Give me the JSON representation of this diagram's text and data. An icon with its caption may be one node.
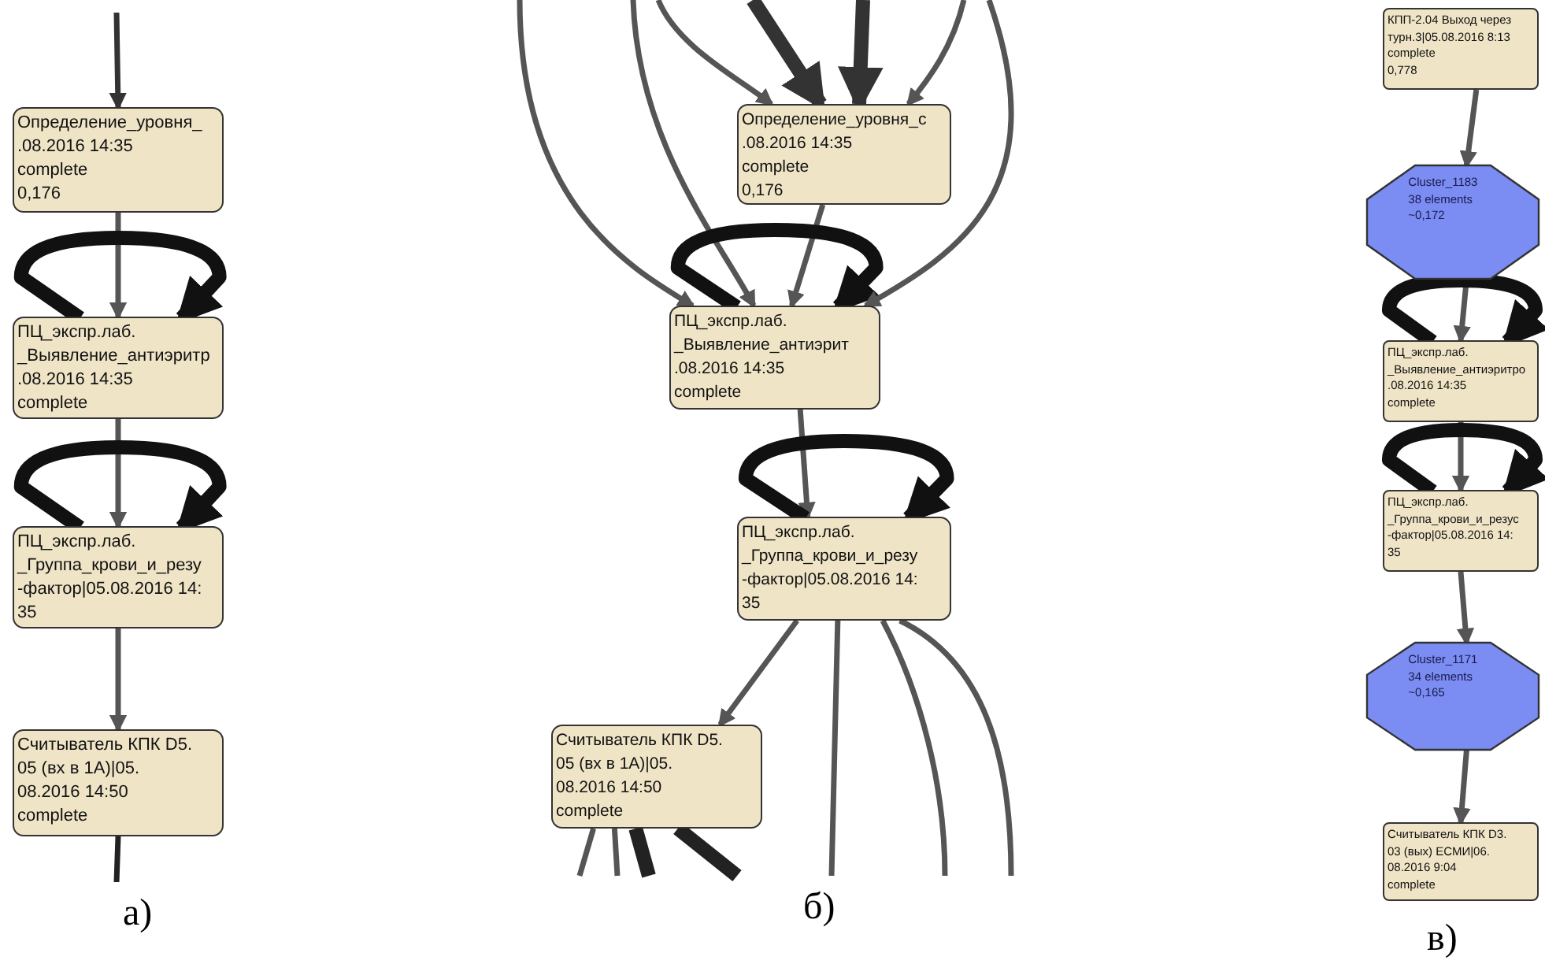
{
  "diagram": {
    "nodes": [
      {
        "text": [
          "Определение_уровня_",
          ".08.2016 14:35",
          "complete",
          "0,176"
        ]
      },
      {
        "text": [
          "ПЦ_экспр.лаб.",
          "_Выявление_антиэритр",
          ".08.2016 14:35",
          "complete"
        ]
      },
      {
        "text": [
          "ПЦ_экспр.лаб.",
          "_Группа_крови_и_резу",
          "-фактор|05.08.2016 14:",
          "35"
        ]
      },
      {
        "text": [
          "Считыватель КПК D5.",
          "05 (вх в 1А)|05.",
          "08.2016 14:50",
          "complete"
        ]
      },
      {
        "text": [
          "Определение_уровня_с",
          ".08.2016 14:35",
          "complete",
          "0,176"
        ]
      },
      {
        "text": [
          "ПЦ_экспр.лаб.",
          "_Выявление_антиэрит",
          ".08.2016 14:35",
          "complete"
        ]
      },
      {
        "text": [
          "ПЦ_экспр.лаб.",
          "_Группа_крови_и_резу",
          "-фактор|05.08.2016 14:",
          "35"
        ]
      },
      {
        "text": [
          "Считыватель КПК D5.",
          "05 (вх в 1А)|05.",
          "08.2016 14:50",
          "complete"
        ]
      },
      {
        "text": [
          "КПП-2.04 Выход через",
          "турн.3|05.08.2016 8:13",
          "complete",
          "0,778"
        ]
      },
      {
        "text": [
          "Cluster_1183",
          "38 elements",
          "~0,172"
        ]
      },
      {
        "text": [
          "ПЦ_экспр.лаб.",
          "_Выявление_антиэритро",
          ".08.2016 14:35",
          "complete"
        ]
      },
      {
        "text": [
          "ПЦ_экспр.лаб.",
          "_Группа_крови_и_резус",
          "-фактор|05.08.2016 14:",
          "35"
        ]
      },
      {
        "text": [
          "Cluster_1171",
          "34 elements",
          "~0,165"
        ]
      },
      {
        "text": [
          "Считыватель КПК D3.",
          "03 (вых) ЕСМИ|06.",
          "08.2016 9:04",
          "complete"
        ]
      }
    ],
    "edges": [
      {
        "from": null,
        "to": 0,
        "arrow": "to",
        "color": "#333333"
      },
      {
        "from": 0,
        "to": 1,
        "arrow": "to"
      },
      {
        "from": 1,
        "to": 1,
        "arrow": "to",
        "style": "thick",
        "color": "#111111"
      },
      {
        "from": 1,
        "to": 2,
        "arrow": "to"
      },
      {
        "from": 2,
        "to": 2,
        "arrow": "to",
        "style": "thick",
        "color": "#111111"
      },
      {
        "from": 2,
        "to": 3,
        "arrow": "to"
      },
      {
        "from": 3,
        "to": null,
        "arrow": "none",
        "color": "#222222"
      },
      {
        "from": null,
        "to": 5,
        "arrow": "to"
      },
      {
        "from": null,
        "to": 5,
        "arrow": "to"
      },
      {
        "from": null,
        "to": 4,
        "arrow": "to"
      },
      {
        "from": null,
        "to": 4,
        "arrow": "to",
        "style": "thick",
        "color": "#333333"
      },
      {
        "from": null,
        "to": 4,
        "arrow": "to",
        "style": "thick",
        "color": "#333333"
      },
      {
        "from": null,
        "to": 4,
        "arrow": "to"
      },
      {
        "from": 4,
        "to": 5,
        "arrow": "to"
      },
      {
        "from": 5,
        "to": 5,
        "arrow": "to",
        "style": "thick",
        "color": "#111111"
      },
      {
        "from": null,
        "to": 5,
        "arrow": "to"
      },
      {
        "from": 5,
        "to": 6,
        "arrow": "to"
      },
      {
        "from": 6,
        "to": 6,
        "arrow": "to",
        "style": "thick",
        "color": "#111111"
      },
      {
        "from": 6,
        "to": 7,
        "arrow": "to"
      },
      {
        "from": 6,
        "to": null,
        "arrow": "none"
      },
      {
        "from": 6,
        "to": null,
        "arrow": "none"
      },
      {
        "from": 6,
        "to": null,
        "arrow": "none"
      },
      {
        "from": 7,
        "to": null,
        "arrow": "none"
      },
      {
        "from": 7,
        "to": null,
        "arrow": "none"
      },
      {
        "from": 7,
        "to": null,
        "arrow": "none",
        "style": "thick",
        "color": "#222222"
      },
      {
        "from": 7,
        "to": null,
        "arrow": "none",
        "style": "thick",
        "color": "#222222"
      },
      {
        "from": 8,
        "to": 9,
        "arrow": "to"
      },
      {
        "from": 9,
        "to": 10,
        "arrow": "to"
      },
      {
        "from": 10,
        "to": 10,
        "arrow": "to",
        "style": "thick",
        "color": "#111111"
      },
      {
        "from": 10,
        "to": 11,
        "arrow": "to"
      },
      {
        "from": 11,
        "to": 11,
        "arrow": "to",
        "style": "thick",
        "color": "#111111"
      },
      {
        "from": 11,
        "to": 12,
        "arrow": "to"
      },
      {
        "from": 12,
        "to": 13,
        "arrow": "to"
      }
    ],
    "labels": [
      "а)",
      "б)",
      "в)"
    ]
  }
}
